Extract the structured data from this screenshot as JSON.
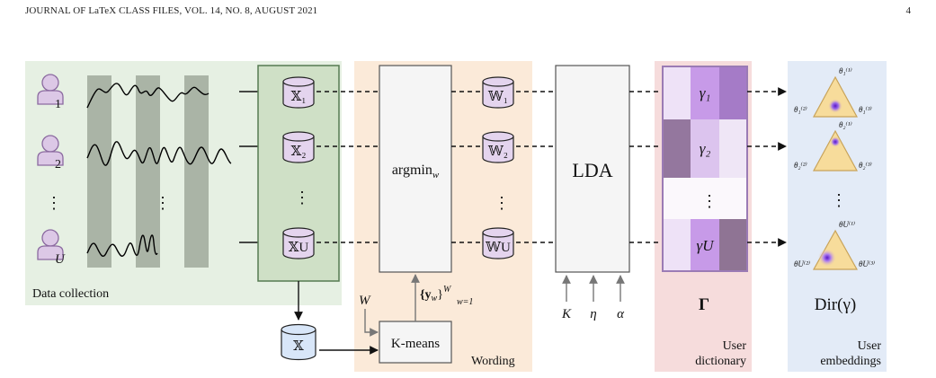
{
  "header": {
    "journal": "JOURNAL OF LaTeX CLASS FILES, VOL. 14, NO. 8, AUGUST 2021",
    "page_number": "4"
  },
  "diagram": {
    "users": [
      "1",
      "2",
      "U"
    ],
    "data_nodes": [
      "𝕏₁",
      "𝕏₂",
      "𝕏U"
    ],
    "pooled_node": "𝕏",
    "word_nodes": [
      "𝕎₁",
      "𝕎₂",
      "𝕎U"
    ],
    "argmin_label": "argmin",
    "argmin_sub": "w",
    "kmeans_label": "K-means",
    "kmeans_input": "W",
    "centroids_label": "{y",
    "centroids_sub": "w",
    "centroids_close": "}",
    "centroids_sup": "W",
    "centroids_lower": "w=1",
    "lda_label": "LDA",
    "lda_params": [
      "K",
      "η",
      "α"
    ],
    "gamma_rows": [
      "γ₁",
      "γ₂",
      "γU"
    ],
    "gamma_matrix_label": "Γ",
    "dir_label": "Dir(γ)",
    "theta_labels": [
      {
        "top": "θ₁⁽¹⁾",
        "left": "θ₁⁽²⁾",
        "right": "θ₁⁽³⁾"
      },
      {
        "top": "θ₂⁽¹⁾",
        "left": "θ₂⁽²⁾",
        "right": "θ₂⁽³⁾"
      },
      {
        "top": "θU⁽¹⁾",
        "left": "θU⁽²⁾",
        "right": "θU⁽³⁾"
      }
    ],
    "vdots": "⋮",
    "section_labels": {
      "data_collection": "Data collection",
      "wording": "Wording",
      "user_dictionary_1": "User",
      "user_dictionary_2": "dictionary",
      "user_embeddings_1": "User",
      "user_embeddings_2": "embeddings"
    },
    "colors": {
      "data_bg": "#e6f0e3",
      "data_box": "#cfe0c6",
      "wording_bg": "#fbead9",
      "dict_bg": "#f6dcdc",
      "embed_bg": "#e3ebf7",
      "user_purple": "#dcc8e6",
      "cylinder_purple": "#e4d4ee",
      "cylinder_blue": "#d8e6f8",
      "triangle": "#f7dc9b",
      "bars": "#aab4a6"
    }
  }
}
